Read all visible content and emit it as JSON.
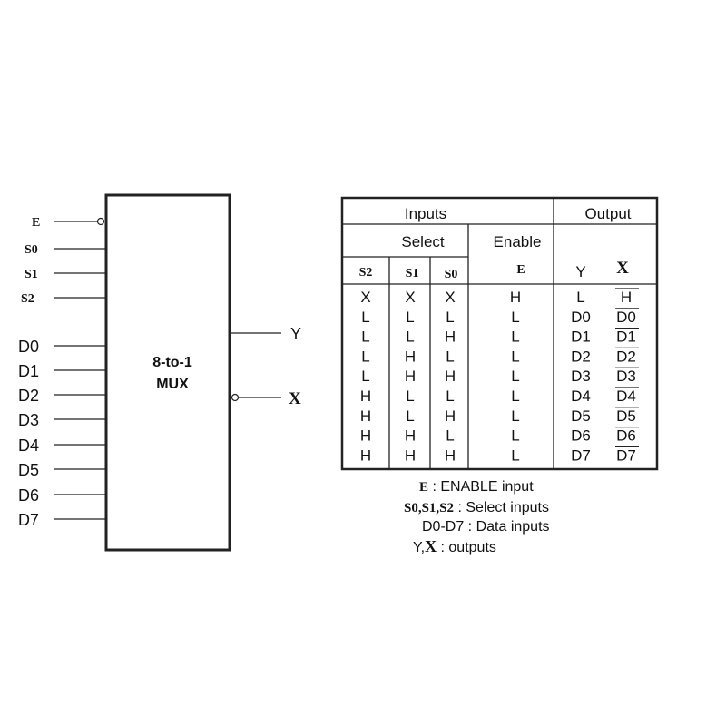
{
  "mux": {
    "title_line1": "8-to-1",
    "title_line2": "MUX",
    "control_inputs": [
      "E",
      "S0",
      "S1",
      "S2"
    ],
    "data_inputs": [
      "D0",
      "D1",
      "D2",
      "D3",
      "D4",
      "D5",
      "D6",
      "D7"
    ],
    "outputs": [
      "Y",
      "X"
    ]
  },
  "table": {
    "inputs_header": "Inputs",
    "output_header": "Output",
    "select_header": "Select",
    "enable_header": "Enable",
    "columns": [
      "S2",
      "S1",
      "S0",
      "E",
      "Y",
      "X"
    ],
    "rows": [
      [
        "X",
        "X",
        "X",
        "H",
        "L",
        "H"
      ],
      [
        "L",
        "L",
        "L",
        "L",
        "D0",
        "D0"
      ],
      [
        "L",
        "L",
        "H",
        "L",
        "D1",
        "D1"
      ],
      [
        "L",
        "H",
        "L",
        "L",
        "D2",
        "D2"
      ],
      [
        "L",
        "H",
        "H",
        "L",
        "D3",
        "D3"
      ],
      [
        "H",
        "L",
        "L",
        "L",
        "D4",
        "D4"
      ],
      [
        "H",
        "L",
        "H",
        "L",
        "D5",
        "D5"
      ],
      [
        "H",
        "H",
        "L",
        "L",
        "D6",
        "D6"
      ],
      [
        "H",
        "H",
        "H",
        "L",
        "D7",
        "D7"
      ]
    ]
  },
  "legend": {
    "e_symbol": "E",
    "e_text": " : ENABLE input",
    "s_symbols": "S0,S1,S2",
    "s_text": " : Select inputs",
    "d_text": "D0-D7 : Data inputs",
    "yx_y": "Y,",
    "yx_x": "X",
    "yx_text": " : outputs"
  }
}
